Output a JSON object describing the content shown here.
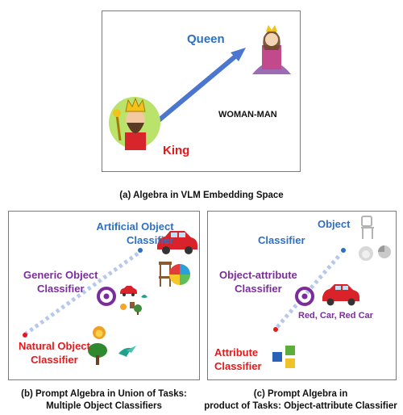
{
  "panel_a": {
    "queen_label": "Queen",
    "king_label": "King",
    "vector_label": "WOMAN-MAN",
    "caption": "(a)  Algebra in VLM Embedding Space"
  },
  "panel_b": {
    "artificial_line1": "Artificial Object",
    "artificial_line2": "Classifier",
    "generic_line1": "Generic Object",
    "generic_line2": "Classifier",
    "natural_line1": "Natural Object",
    "natural_line2": "Classifier",
    "caption_line1": "(b) Prompt Algebra in Union of Tasks:",
    "caption_line2": "Multiple Object Classifiers"
  },
  "panel_c": {
    "object_line1": "Object",
    "object_line2": "Classifier",
    "objattr_line1": "Object-attribute",
    "objattr_line2": "Classifier",
    "combo_label": "Red, Car, Red Car",
    "attribute_line1": "Attribute",
    "attribute_line2": "Classifier",
    "caption_line1": "(c) Prompt Algebra in",
    "caption_line2": "product of Tasks:  Object-attribute Classifier"
  },
  "colors": {
    "blue": "#2f6fc2",
    "red": "#e5191c",
    "purple": "#7b2d9c",
    "arrow_blue": "#4a76d0",
    "dotted": "#b7c9ea"
  },
  "icons": [
    "king-icon",
    "queen-icon",
    "car-icon",
    "chair-icon",
    "ball-icon",
    "lion-icon",
    "tree-icon",
    "bird-icon",
    "color-squares-icon"
  ]
}
